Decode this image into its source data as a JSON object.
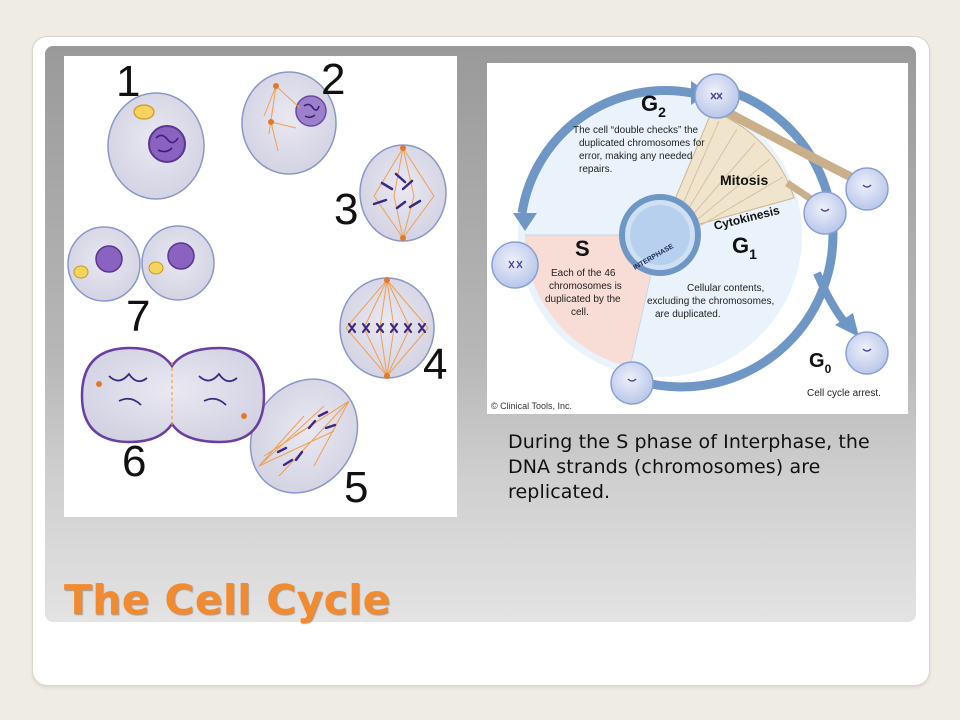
{
  "slide": {
    "title": "The Cell Cycle",
    "caption": "During the S phase of Interphase, the DNA strands (chromosomes) are replicated."
  },
  "phases_figure": {
    "labels": [
      "1",
      "2",
      "3",
      "4",
      "5",
      "6",
      "7"
    ]
  },
  "cycle_diagram": {
    "g2_label": "G",
    "g2_sub": "2",
    "g2_text": [
      "The cell “double checks” the",
      "duplicated chromosomes for",
      "error, making any needed",
      "repairs."
    ],
    "mitosis_label": "Mitosis",
    "cytokinesis_label": "Cytokinesis",
    "g1_label": "G",
    "g1_sub": "1",
    "g1_text": [
      "Cellular contents,",
      "excluding the chromosomes,",
      "are duplicated."
    ],
    "s_label": "S",
    "s_text": [
      "Each of the 46",
      "chromosomes is",
      "duplicated by the",
      "cell."
    ],
    "interphase_label": "INTERPHASE",
    "g0_label": "G",
    "g0_sub": "0",
    "g0_text": "Cell cycle arrest.",
    "credit": "© Clinical Tools, Inc."
  },
  "colors": {
    "title": "#f28a2f",
    "cell_fill": "#dcdbea",
    "chromatin": "#7a4fb0",
    "spindle": "#f0a050",
    "cycle_arrow": "#6f97c6",
    "mitosis_wedge": "#f3e6cf",
    "s_wedge": "#f7dcd6"
  }
}
